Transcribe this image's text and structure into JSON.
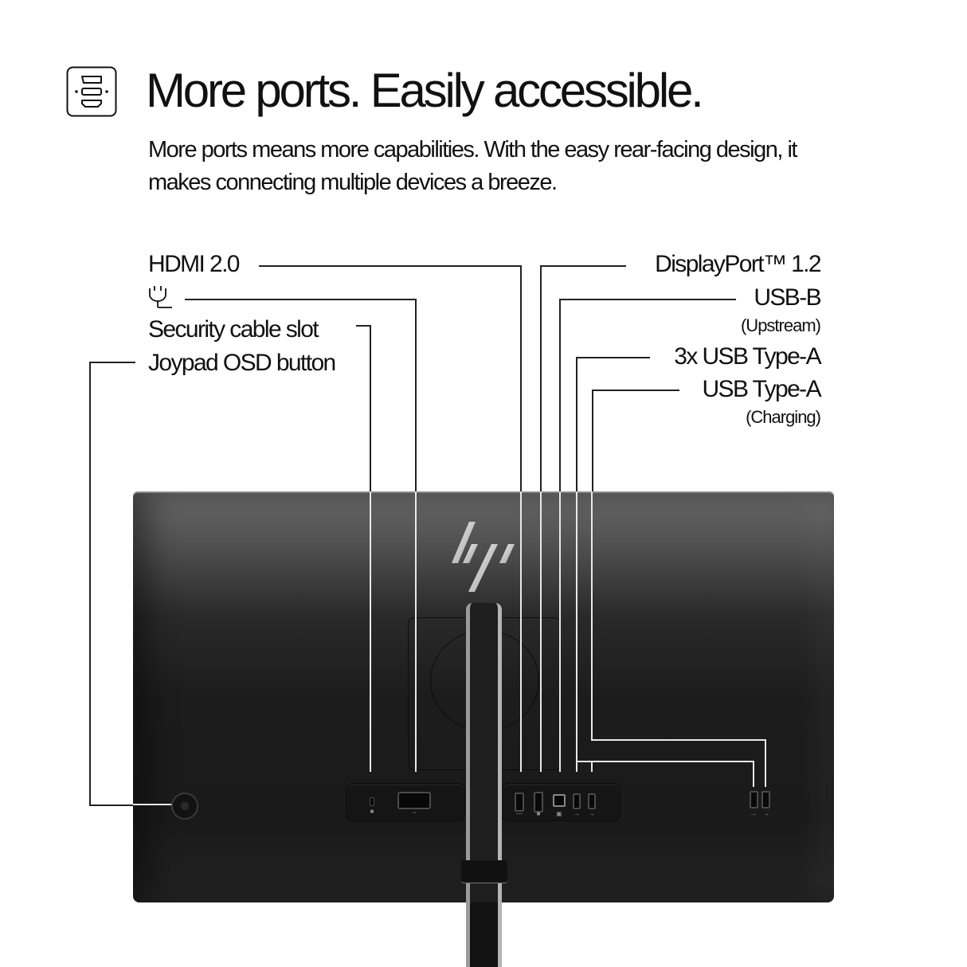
{
  "header": {
    "icon": "ports-icon",
    "title": "More ports. Easily accessible.",
    "subtitle": "More ports means more capabilities. With the easy rear-facing design, it makes connecting multiple devices a breeze."
  },
  "callouts": {
    "left": [
      {
        "label": "HDMI 2.0"
      },
      {
        "label": "",
        "icon": "power-plug-icon"
      },
      {
        "label": "Security cable slot"
      },
      {
        "label": "Joypad OSD button"
      }
    ],
    "right": [
      {
        "label": "DisplayPort™ 1.2"
      },
      {
        "label": "USB-B",
        "sublabel": "(Upstream)"
      },
      {
        "label": "3x USB Type-A"
      },
      {
        "label": "USB Type-A",
        "sublabel": "(Charging)"
      }
    ]
  },
  "product": {
    "brand_logo": "hp-logo",
    "view": "rear",
    "colors": {
      "body": "#1c1c1c",
      "stand_edge": "#b5b5b5",
      "callout_line_dark": "#222222",
      "callout_line_light": "#e8e8e8"
    }
  }
}
